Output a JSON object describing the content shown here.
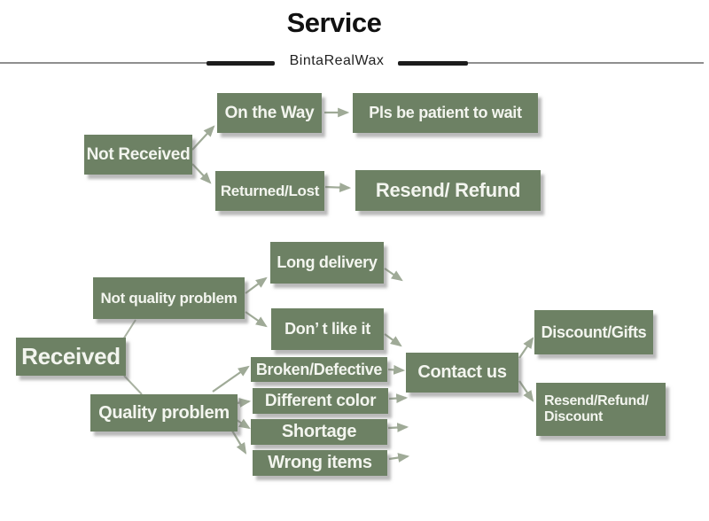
{
  "header": {
    "title": "Service",
    "brand": "BintaRealWax"
  },
  "colors": {
    "node_bg": "#6d8164",
    "node_text": "#f3f5ef",
    "arrow": "#9faa97",
    "connector": "#a9b2a2",
    "divider_thin": "#8f8f8f",
    "divider_thick": "#1c1c1c",
    "title_text": "#111111"
  },
  "diagram": {
    "not_received_flow": {
      "root": "Not Received",
      "on_the_way": "On the Way",
      "pls_wait": "Pls be patient to wait",
      "returned_lost": "Returned/Lost",
      "resend_refund": "Resend/ Refund"
    },
    "received_flow": {
      "root": "Received",
      "not_quality_problem": "Not quality problem",
      "long_delivery": "Long delivery",
      "dont_like_it": "Don’ t like it",
      "quality_problem": "Quality problem",
      "broken_defective": "Broken/Defective",
      "different_color": "Different color",
      "shortage": "Shortage",
      "wrong_items": "Wrong items",
      "contact_us": "Contact us",
      "discount_gifts": "Discount/Gifts",
      "resend_refund_discount": "Resend/Refund/ Discount"
    }
  }
}
